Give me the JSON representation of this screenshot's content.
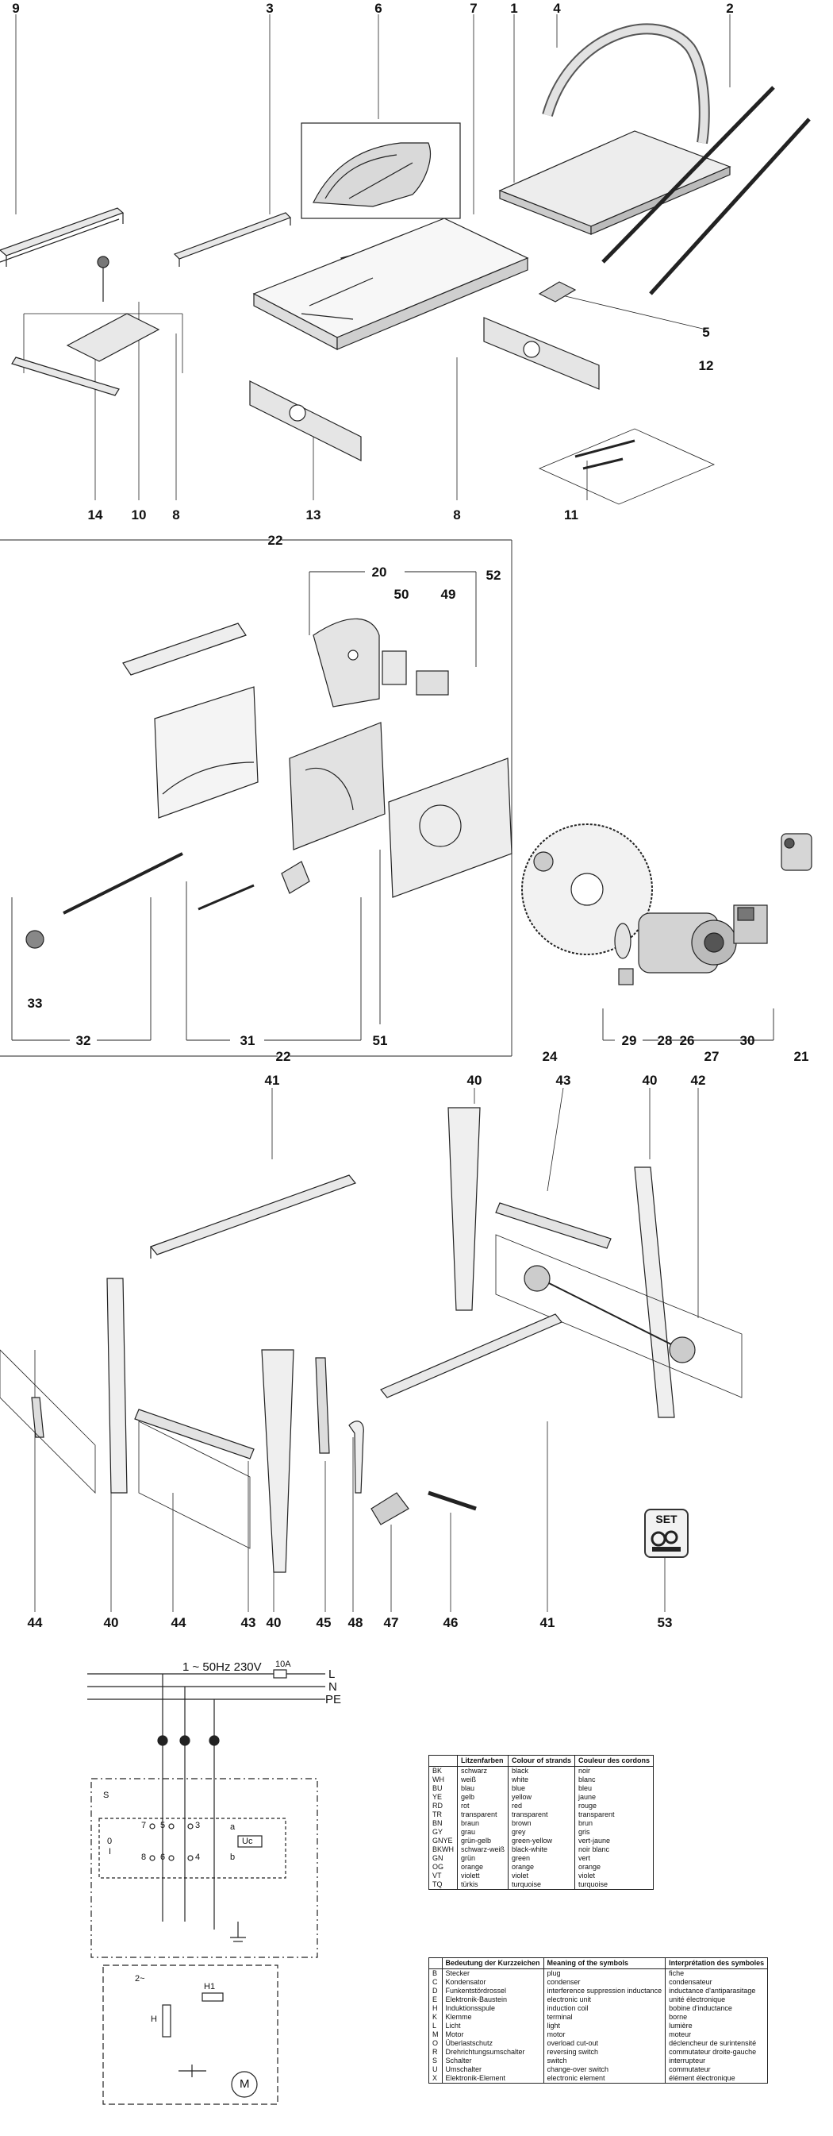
{
  "callouts": {
    "top": [
      "9",
      "3",
      "6",
      "7",
      "1",
      "4",
      "2",
      "5",
      "12",
      "11",
      "14",
      "10",
      "8",
      "13",
      "8"
    ],
    "group22": [
      "22",
      "20",
      "50",
      "49",
      "52",
      "33",
      "32",
      "31",
      "51",
      "22",
      "24",
      "29",
      "28",
      "26",
      "27",
      "30",
      "21"
    ],
    "stand": [
      "41",
      "40",
      "43",
      "40",
      "42",
      "44",
      "40",
      "44",
      "43",
      "40",
      "45",
      "48",
      "47",
      "46",
      "41",
      "53"
    ]
  },
  "set_badge": {
    "label": "SET"
  },
  "schematic": {
    "supply": "1 ~ 50Hz 230V",
    "fuse": "10A",
    "lines": [
      "L",
      "N",
      "PE"
    ],
    "switch_label": "S",
    "motor_label": "M",
    "contacts_top": [
      "7",
      "5",
      "3"
    ],
    "contacts_bottom": [
      "8",
      "6",
      "4"
    ],
    "zero": "0",
    "one": "I",
    "a": "a",
    "b": "b",
    "uc": "Uc",
    "h1": "H1",
    "h": "H",
    "ex": "2~"
  },
  "colour_table": {
    "headers": [
      "",
      "Litzenfarben",
      "Colour of strands",
      "Couleur des cordons"
    ],
    "rows": [
      [
        "BK",
        "schwarz",
        "black",
        "noir"
      ],
      [
        "WH",
        "weiß",
        "white",
        "blanc"
      ],
      [
        "BU",
        "blau",
        "blue",
        "bleu"
      ],
      [
        "YE",
        "gelb",
        "yellow",
        "jaune"
      ],
      [
        "RD",
        "rot",
        "red",
        "rouge"
      ],
      [
        "TR",
        "transparent",
        "transparent",
        "transparent"
      ],
      [
        "BN",
        "braun",
        "brown",
        "brun"
      ],
      [
        "GY",
        "grau",
        "grey",
        "gris"
      ],
      [
        "GNYE",
        "grün-gelb",
        "green-yellow",
        "vert-jaune"
      ],
      [
        "BKWH",
        "schwarz-weiß",
        "black-white",
        "noir blanc"
      ],
      [
        "GN",
        "grün",
        "green",
        "vert"
      ],
      [
        "OG",
        "orange",
        "orange",
        "orange"
      ],
      [
        "VT",
        "violett",
        "violet",
        "violet"
      ],
      [
        "TQ",
        "türkis",
        "turquoise",
        "turquoise"
      ]
    ]
  },
  "symbol_table": {
    "headers": [
      "",
      "Bedeutung der Kurzzeichen",
      "Meaning of the symbols",
      "Interprétation des symboles"
    ],
    "rows": [
      [
        "B",
        "Stecker",
        "plug",
        "fiche"
      ],
      [
        "C",
        "Kondensator",
        "condenser",
        "condensateur"
      ],
      [
        "D",
        "Funkentstördrossel",
        "interference suppression inductance",
        "inductance d'antiparasitage"
      ],
      [
        "E",
        "Elektronik-Baustein",
        "electronic unit",
        "unité électronique"
      ],
      [
        "H",
        "Induktionsspule",
        "induction coil",
        "bobine d'inductance"
      ],
      [
        "K",
        "Klemme",
        "terminal",
        "borne"
      ],
      [
        "L",
        "Licht",
        "light",
        "lumière"
      ],
      [
        "M",
        "Motor",
        "motor",
        "moteur"
      ],
      [
        "O",
        "Überlastschutz",
        "overload cut-out",
        "déclencheur de surintensité"
      ],
      [
        "R",
        "Drehrichtungsumschalter",
        "reversing switch",
        "commutateur droite-gauche"
      ],
      [
        "S",
        "Schalter",
        "switch",
        "interrupteur"
      ],
      [
        "U",
        "Umschalter",
        "change-over switch",
        "commutateur"
      ],
      [
        "X",
        "Elektronik-Element",
        "electronic element",
        "élément électronique"
      ]
    ]
  }
}
